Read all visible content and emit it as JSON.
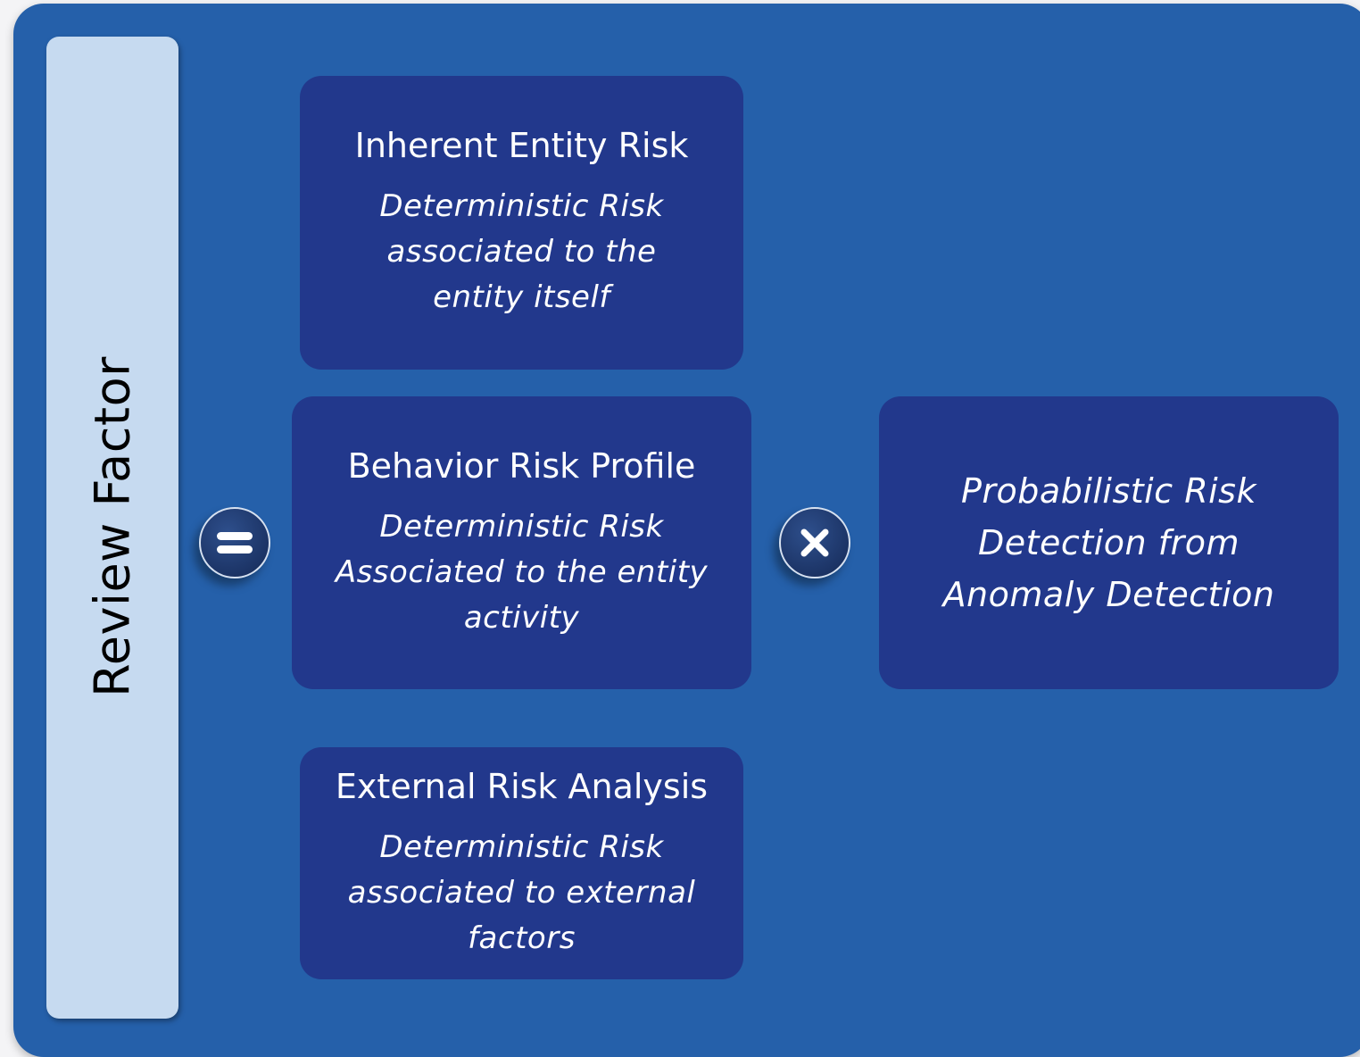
{
  "side_label": "Review Factor",
  "operators": {
    "equals": "equals-icon",
    "times": "times-icon"
  },
  "boxes": {
    "inherent": {
      "title": "Inherent Entity Risk",
      "lines": [
        "Deterministic Risk",
        "associated to the",
        "entity itself"
      ]
    },
    "behavior": {
      "title": "Behavior Risk Profile",
      "lines": [
        "Deterministic Risk",
        "Associated to the entity",
        "activity"
      ]
    },
    "external": {
      "title": "External Risk Analysis",
      "lines": [
        "Deterministic Risk",
        "associated to external",
        "factors"
      ]
    },
    "probabilistic": {
      "lines": [
        "Probabilistic Risk",
        "Detection from",
        "Anomaly Detection"
      ]
    }
  },
  "colors": {
    "panel": "#2560aa",
    "box": "#22388c",
    "side_bar": "#c6daf0",
    "text_light": "#ffffff",
    "text_dark": "#000000"
  }
}
